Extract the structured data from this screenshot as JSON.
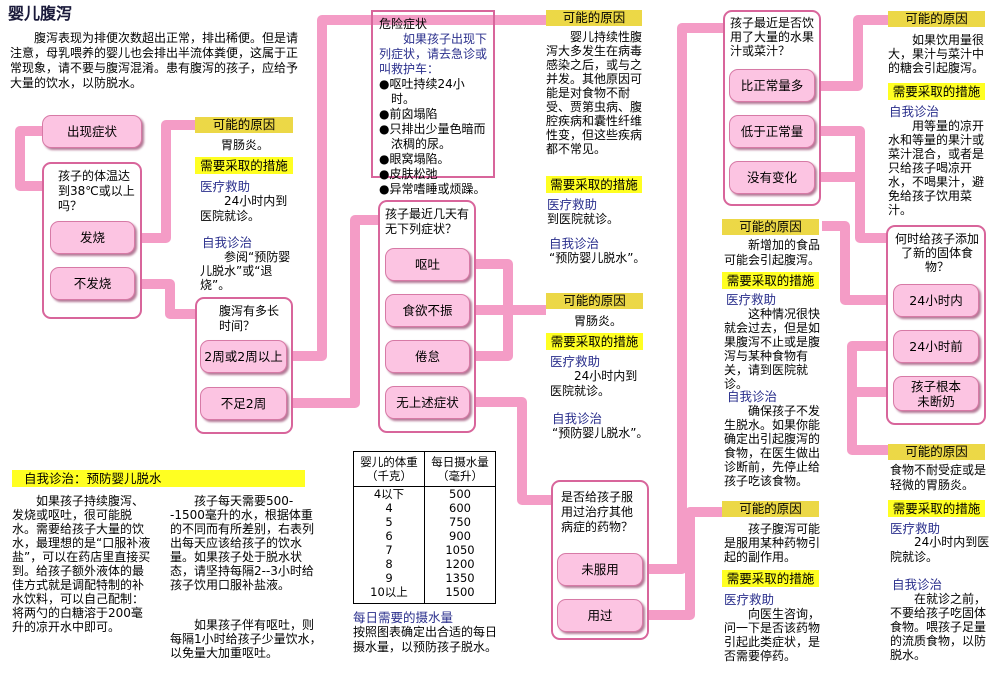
{
  "title": "婴儿腹泻",
  "intro": "腹泻表现为排便次数超出正常，排出稀便。但是请注意，母乳喂养的婴儿也会排出半流体粪便，这属于正常现象，请不要与腹泻混淆。患有腹泻的孩子，应给予大量的饮水，以防脱水。",
  "labels": {
    "cause": "可能的原因",
    "action": "需要采取的措施",
    "medical": "医疗救助",
    "self": "自我诊治"
  },
  "colors": {
    "connector": "#f49cc6",
    "box_border": "#d8659b",
    "button_fill": "#fcc4e2",
    "action_bg": "#ffff22",
    "cause_bg": "#f8ee55",
    "subhead": "#2a2f8c"
  },
  "start": {
    "label": "出现症状"
  },
  "q1": {
    "question": "孩子的体温达到38℃或以上吗？",
    "options": [
      "发烧",
      "不发烧"
    ]
  },
  "r1": {
    "cause": "胃肠炎。",
    "medical": "24小时内到医院就诊。",
    "self": "参阅“预防婴儿脱水”或“退烧”。"
  },
  "q2": {
    "question": "腹泻有多长时间？",
    "options": [
      "2周或2周以上",
      "不足2周"
    ]
  },
  "danger": {
    "heading": "危险症状",
    "intro": "如果孩子出现下列症状，请去急诊或叫救护车：",
    "items": [
      "呕吐持续24小时。",
      "前囟塌陷",
      "只排出少量色暗而浓稠的尿。",
      "眼窝塌陷。",
      "皮肤松弛",
      "异常嗜睡或烦躁。"
    ]
  },
  "r2": {
    "cause": "婴儿持续性腹泻大多发生在病毒感染之后，或与之并发。其他原因可能是对食物不耐受、贾第虫病、腹腔疾病和囊性纤维性变，但这些疾病都不常见。",
    "medical": "到医院就诊。",
    "self": "“预防婴儿脱水”。"
  },
  "q3": {
    "question": "孩子最近几天有无下列症状？",
    "options": [
      "呕吐",
      "食欲不振",
      "倦怠",
      "无上述症状"
    ]
  },
  "r3": {
    "cause": "胃肠炎。",
    "medical": "24小时内到医院就诊。",
    "self": "“预防婴儿脱水”。"
  },
  "table": {
    "headers": [
      "婴儿的体重（千克）",
      "每日摄水量（毫升）"
    ],
    "rows": [
      [
        "4以下",
        "500"
      ],
      [
        "4",
        "600"
      ],
      [
        "5",
        "750"
      ],
      [
        "6",
        "900"
      ],
      [
        "7",
        "1050"
      ],
      [
        "8",
        "1200"
      ],
      [
        "9",
        "1350"
      ],
      [
        "10以上",
        "1500"
      ]
    ],
    "caption_title": "每日需要的摄水量",
    "caption_text": "按照图表确定出合适的每日摄水量，以预防孩子脱水。"
  },
  "q4": {
    "question": "是否给孩子服用过治疗其他病症的药物？",
    "options": [
      "未服用",
      "用过"
    ]
  },
  "r4": {
    "cause": "孩子腹泻可能是服用某种药物引起的副作用。",
    "medical": "向医生咨询，问一下是否该药物引起此类症状，是否需要停药。"
  },
  "q5": {
    "question": "孩子最近是否饮用了大量的水果汁或菜汁？",
    "options": [
      "比正常量多",
      "低于正常量",
      "没有变化"
    ]
  },
  "r5": {
    "cause": "如果饮用量很大，果汁与菜汁中的糖会引起腹泻。",
    "self": "用等量的凉开水和等量的果汁或菜汁混合，或者是只给孩子喝凉开水，不喝果汁，避免给孩子饮用菜汁。"
  },
  "q6": {
    "question": "何时给孩子添加了新的固体食物？",
    "options": [
      "24小时内",
      "24小时前",
      "孩子根本未断奶"
    ]
  },
  "r6": {
    "cause": "新增加的食品可能会引起腹泻。",
    "medical": "这种情况很快就会过去，但是如果腹泻不止或是腹泻与某种食物有关，请到医院就诊。",
    "self": "确保孩子不发生脱水。如果你能确定出引起腹泻的食物，在医生做出诊断前，先停止给孩子吃该食物。"
  },
  "r7": {
    "cause": "食物不耐受症或是轻微的胃肠炎。",
    "medical": "24小时内到医院就诊。",
    "self": "在就诊之前，不要给孩子吃固体食物。喂孩子足量的流质食物，以防脱水。"
  },
  "prevent": {
    "heading": "自我诊治：预防婴儿脱水",
    "p1": "如果孩子持续腹泻、发烧或呕吐，很可能脱水。需要给孩子大量的饮水，最理想的是“口服补液盐”，可以在药店里直接买到。给孩子额外液体的最佳方式就是调配特制的补水饮料，可以自己配制：将两勺的白糖溶于200毫升的凉开水中即可。",
    "p2": "孩子每天需要500--1500毫升的水，根据体重的不同而有所差别，右表列出每天应该给孩子的饮水量。如果孩子处于脱水状态，请坚持每隔2--3小时给孩子饮用口服补盐液。",
    "p3": "如果孩子伴有呕吐，则每隔1小时给孩子少量饮水，以免量大加重呕吐。"
  }
}
